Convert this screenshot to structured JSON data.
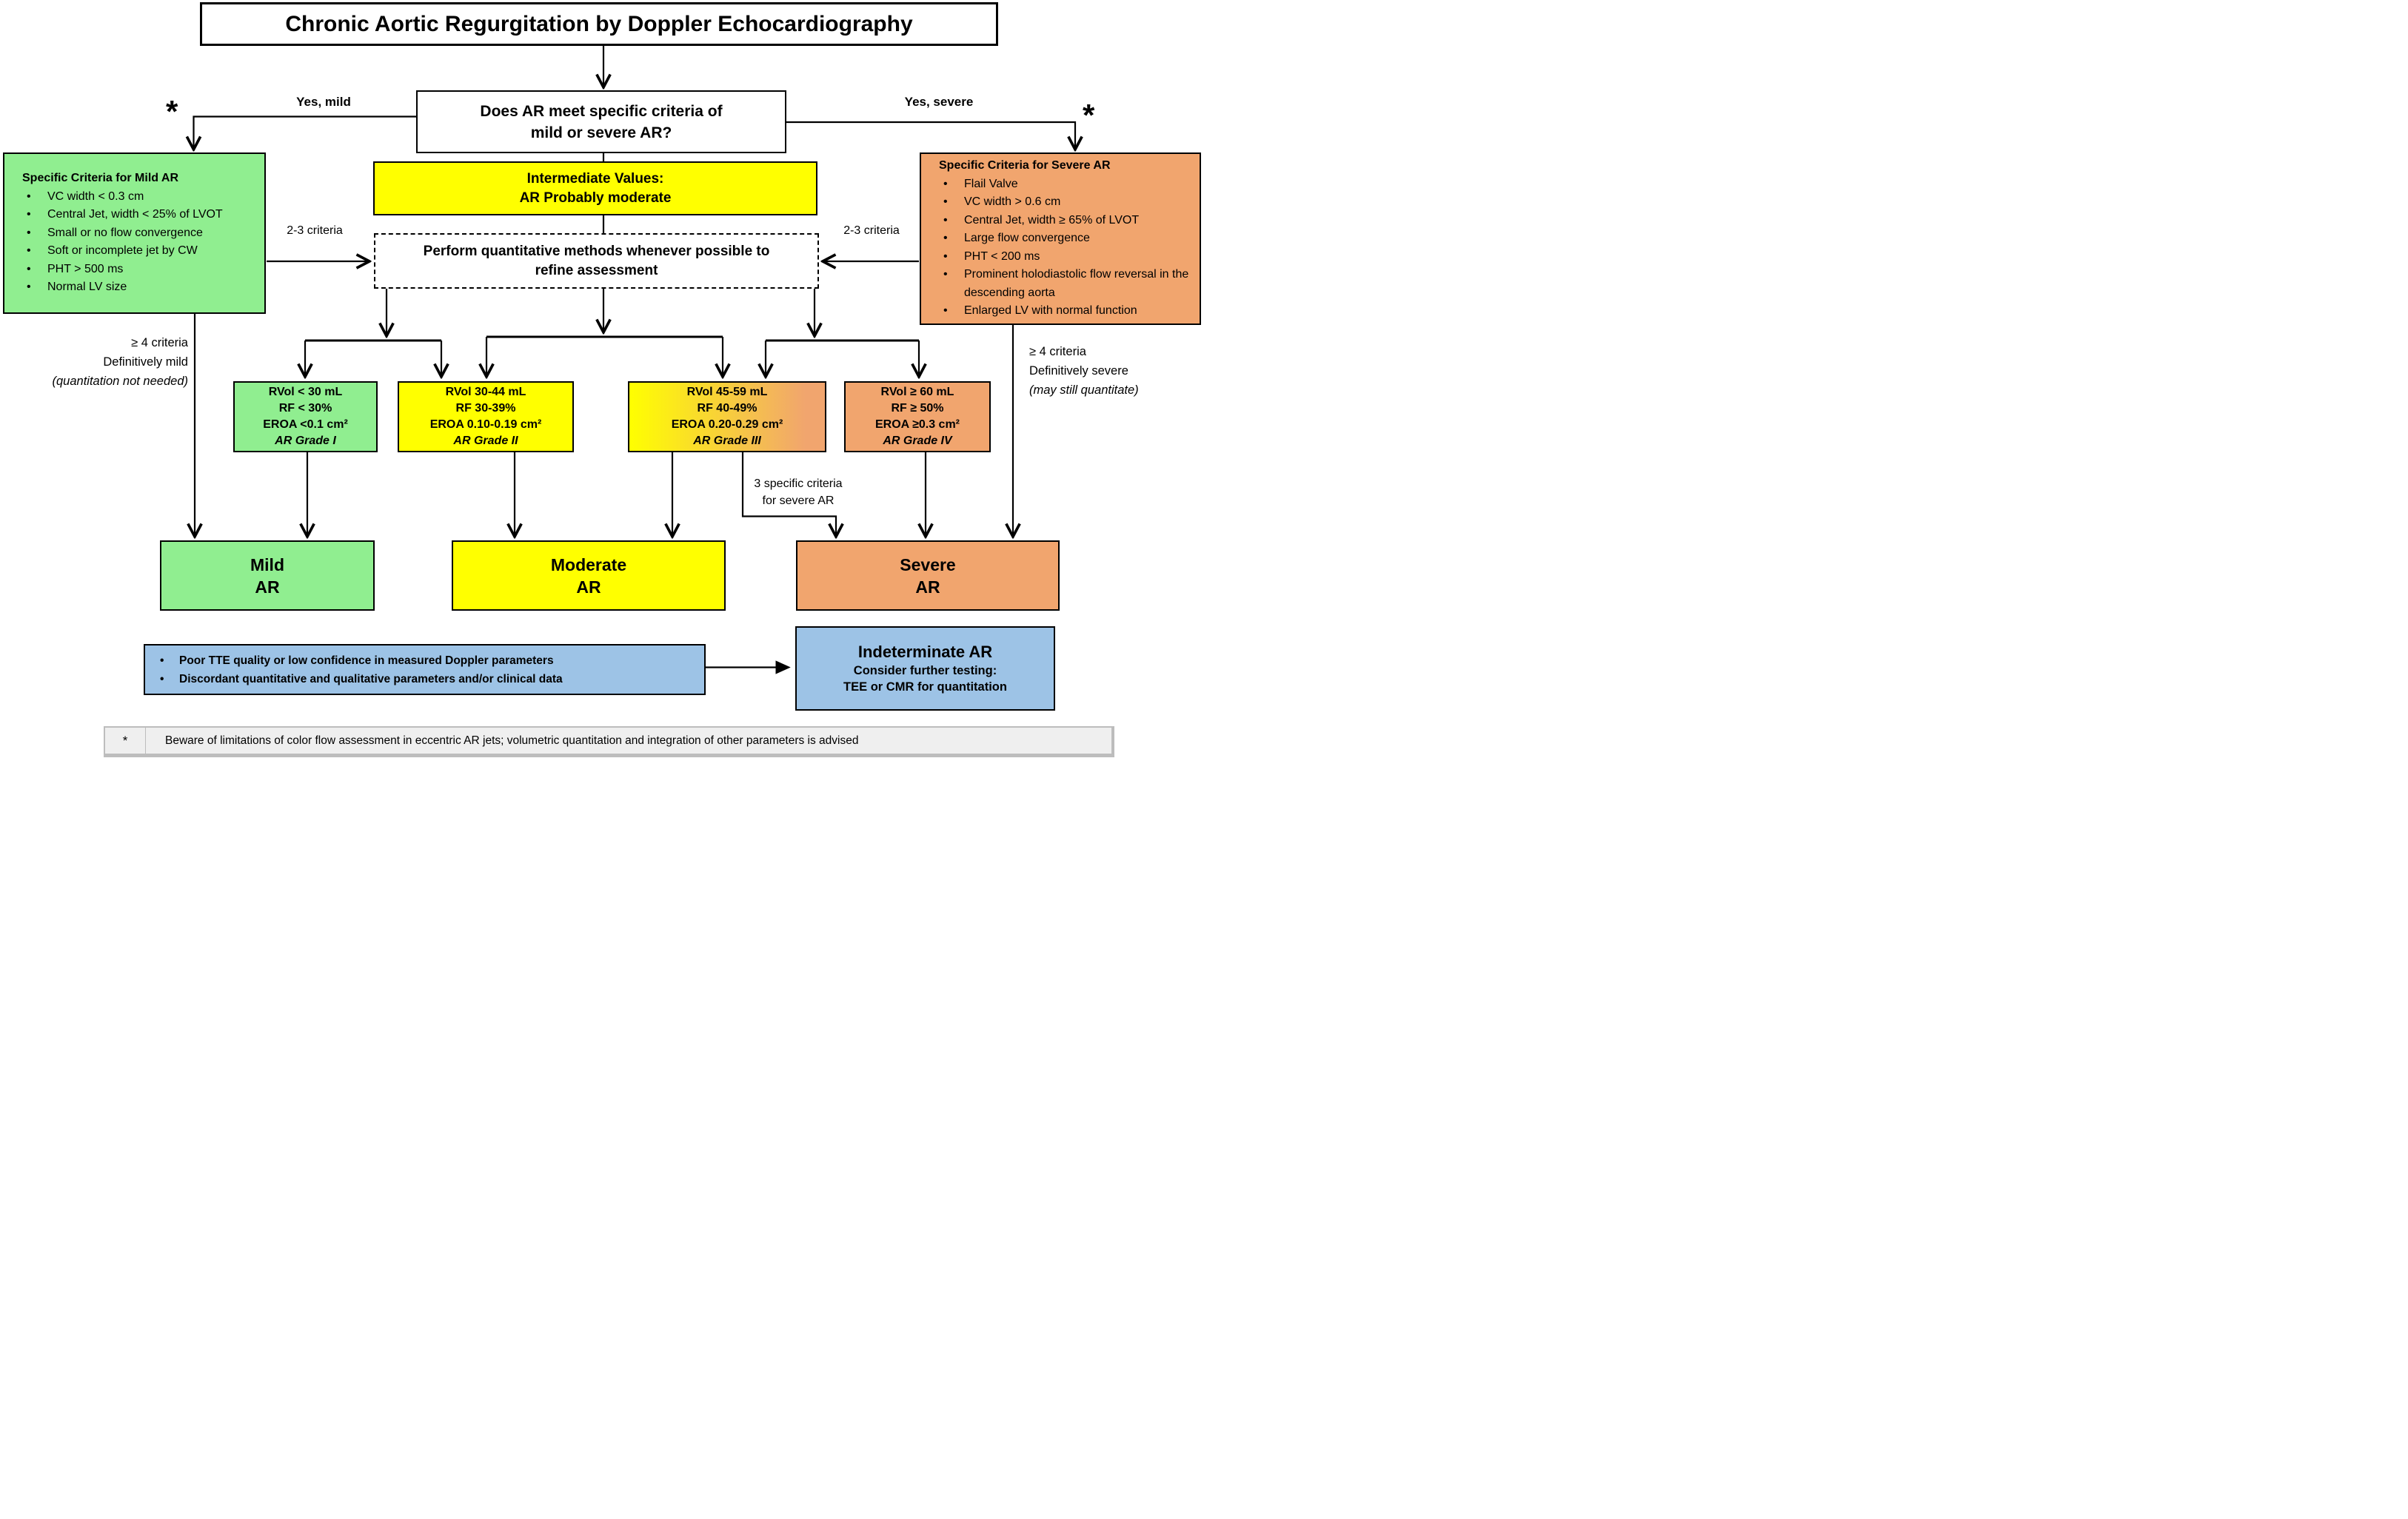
{
  "title": "Chronic Aortic Regurgitation by Doppler Echocardiography",
  "decision": {
    "line1": "Does AR meet specific criteria of",
    "line2": "mild or severe AR?"
  },
  "labels": {
    "yes_mild": "Yes, mild",
    "yes_severe": "Yes, severe",
    "asterisk": "*",
    "criteria_23_left": "2-3 criteria",
    "criteria_23_right": "2-3 criteria",
    "ge4_mild": {
      "line1": "≥ 4 criteria",
      "line2": "Definitively mild",
      "line3": "(quantitation not needed)"
    },
    "ge4_severe": {
      "line1": "≥ 4 criteria",
      "line2": "Definitively severe",
      "line3": "(may still quantitate)"
    },
    "three_specific": {
      "line1": "3 specific criteria",
      "line2": "for severe AR"
    }
  },
  "criteria_mild": {
    "header": "Specific Criteria for Mild AR",
    "items": [
      "VC width < 0.3 cm",
      "Central Jet,  width < 25% of LVOT",
      "Small or no flow convergence",
      "Soft or incomplete jet by CW",
      "PHT > 500 ms",
      "Normal LV size"
    ]
  },
  "criteria_severe": {
    "header": "Specific Criteria for Severe AR",
    "items": [
      "Flail Valve",
      "VC width  > 0.6 cm",
      "Central Jet,  width ≥ 65% of LVOT",
      "Large flow convergence",
      "PHT  < 200 ms",
      "Prominent holodiastolic flow reversal in the descending aorta",
      "Enlarged LV with normal function"
    ]
  },
  "intermediate": {
    "line1": "Intermediate Values:",
    "line2": "AR Probably moderate"
  },
  "quantitative": {
    "line1": "Perform quantitative methods whenever possible to",
    "line2": "refine assessment"
  },
  "grades": [
    {
      "rvol": "RVol < 30 mL",
      "rf": "RF < 30%",
      "eroa": "EROA <0.1 cm²",
      "grade": "AR Grade I"
    },
    {
      "rvol": "RVol 30-44 mL",
      "rf": "RF 30-39%",
      "eroa": "EROA 0.10-0.19 cm²",
      "grade": "AR Grade II"
    },
    {
      "rvol": "RVol 45-59 mL",
      "rf": "RF 40-49%",
      "eroa": "EROA 0.20-0.29 cm²",
      "grade": "AR Grade III"
    },
    {
      "rvol": "RVol ≥ 60 mL",
      "rf": "RF ≥ 50%",
      "eroa": "EROA ≥0.3 cm²",
      "grade": "AR Grade IV"
    }
  ],
  "outcomes": {
    "mild": {
      "line1": "Mild",
      "line2": "AR"
    },
    "moderate": {
      "line1": "Moderate",
      "line2": "AR"
    },
    "severe": {
      "line1": "Severe",
      "line2": "AR"
    }
  },
  "referral": {
    "items": [
      "Poor TTE quality or low confidence in measured Doppler parameters",
      "Discordant quantitative and qualitative parameters and/or clinical data"
    ]
  },
  "indeterminate": {
    "title": "Indeterminate AR",
    "line2": "Consider further testing:",
    "line3": "TEE or CMR for quantitation"
  },
  "footnote": {
    "symbol": "*",
    "text": "Beware of limitations of color flow assessment in eccentric AR jets; volumetric quantitation and integration of other parameters is advised"
  },
  "colors": {
    "mild_green": "#90EE90",
    "moderate_yellow": "#FFFF00",
    "severe_orange": "#F1A56E",
    "indeterminate_blue": "#9DC3E6",
    "footnote_gray": "#EFEFEF"
  }
}
